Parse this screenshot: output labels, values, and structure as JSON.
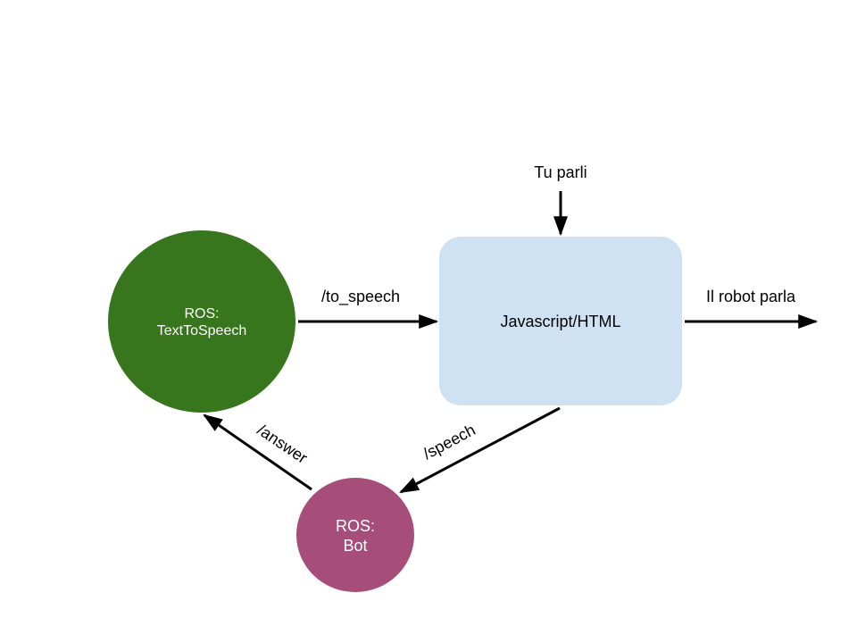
{
  "colors": {
    "tts_node": "#38761d",
    "html_node": "#cfe2f3",
    "bot_node": "#a64d79",
    "edge": "#000000"
  },
  "nodes": {
    "tts": {
      "line1": "ROS:",
      "line2": "TextToSpeech"
    },
    "html": {
      "label": "Javascript/HTML"
    },
    "bot": {
      "line1": "ROS:",
      "line2": "Bot"
    }
  },
  "edges": {
    "tu_parli": "Tu parli",
    "to_speech": "/to_speech",
    "il_robot_parla": "Il robot parla",
    "speech": "/speech",
    "answer": "/answer"
  }
}
